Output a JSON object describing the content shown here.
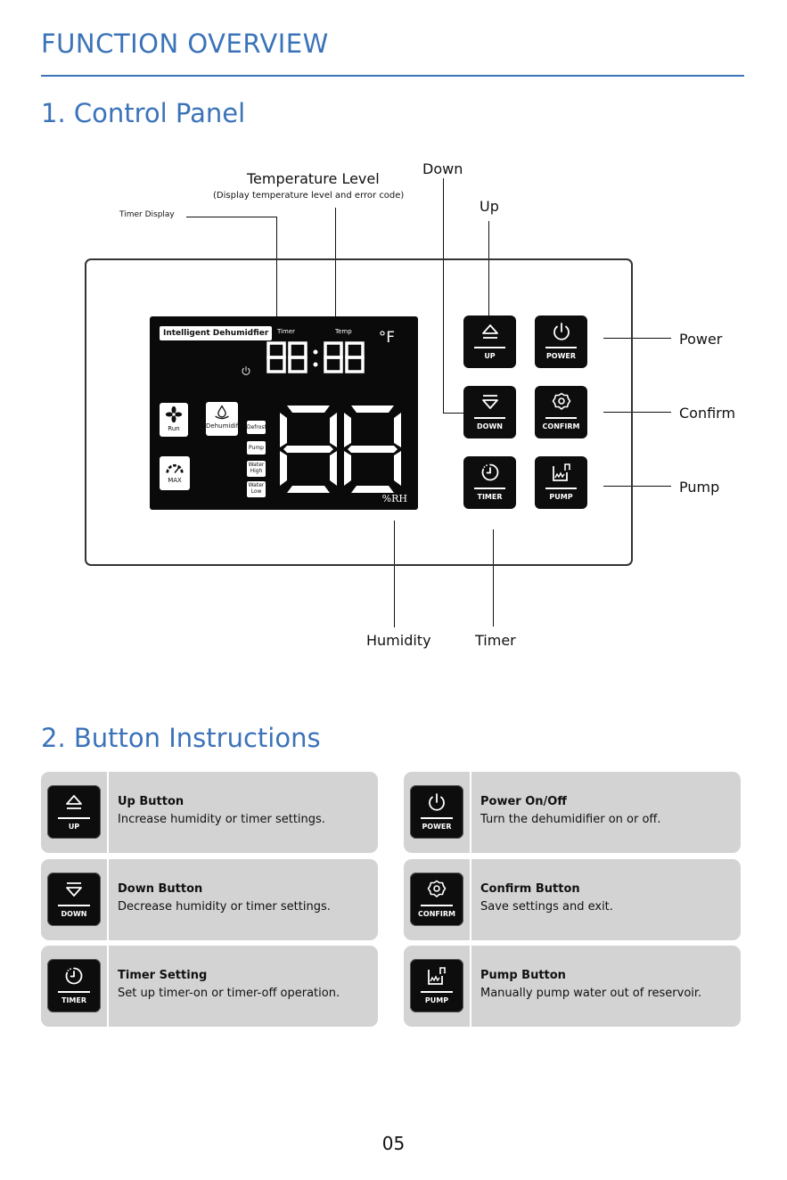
{
  "header": {
    "title": "FUNCTION OVERVIEW"
  },
  "section1": {
    "title": "1. Control Panel",
    "callouts": {
      "temperature": "Temperature Level",
      "temperature_note": "(Display temperature level and error code)",
      "timer_display": "Timer Display",
      "down": "Down",
      "up": "Up",
      "power": "Power",
      "confirm": "Confirm",
      "pump": "Pump",
      "humidity": "Humidity",
      "timer": "Timer"
    },
    "lcd": {
      "badge": "Intelligent Dehumidfier",
      "timer_label": "Timer",
      "temp_label": "Temp",
      "unit": "°F",
      "rh_unit": "%RH",
      "run": "Run",
      "dehumidify": "Dehumidify",
      "max": "MAX",
      "tags": [
        "Defrost",
        "Pump",
        "Water High",
        "Water Low"
      ]
    },
    "buttons": {
      "up": "UP",
      "power": "POWER",
      "down": "DOWN",
      "confirm": "CONFIRM",
      "timer": "TIMER",
      "pump": "PUMP"
    }
  },
  "section2": {
    "title": "2. Button Instructions",
    "cards": [
      {
        "key": "UP",
        "title": "Up Button",
        "desc": "Increase humidity or timer settings."
      },
      {
        "key": "POWER",
        "title": "Power On/Off",
        "desc": "Turn the dehumidifier on or off."
      },
      {
        "key": "DOWN",
        "title": "Down Button",
        "desc": "Decrease humidity or timer settings."
      },
      {
        "key": "CONFIRM",
        "title": "Confirm Button",
        "desc": "Save settings and exit."
      },
      {
        "key": "TIMER",
        "title": "Timer Setting",
        "desc": "Set up timer-on or timer-off operation."
      },
      {
        "key": "PUMP",
        "title": "Pump Button",
        "desc": "Manually pump water out of reservoir."
      }
    ]
  },
  "footer": {
    "page_number": "05"
  },
  "colors": {
    "accent": "#3b73b9",
    "card_bg": "#d3d3d3",
    "button_bg": "#0d0d0d"
  }
}
